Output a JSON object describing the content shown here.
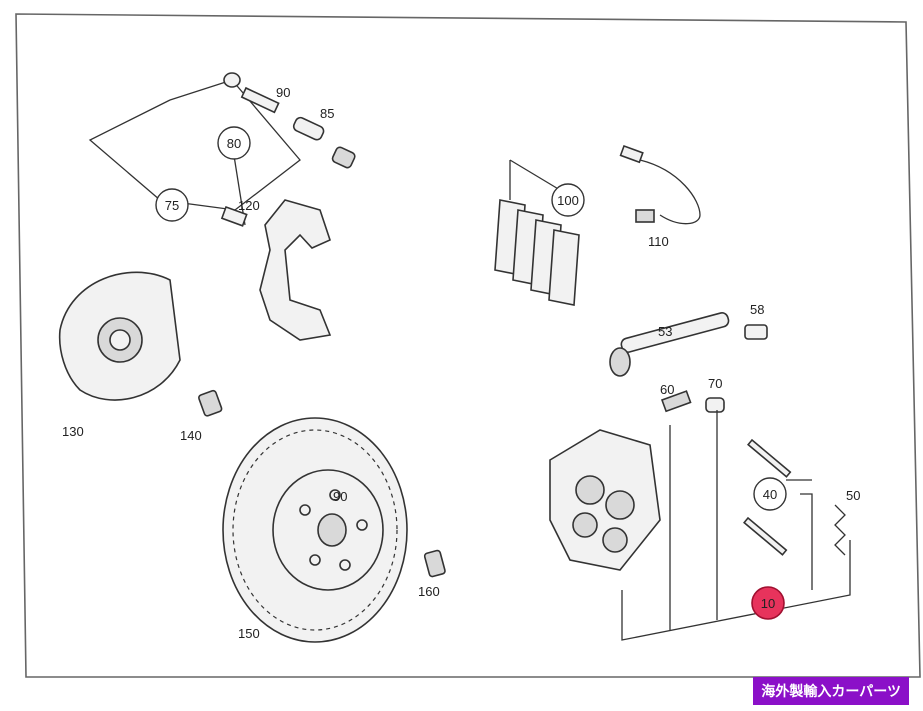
{
  "watermark": "海外製輸入カーパーツ",
  "labels": {
    "p90": "90",
    "p85": "85",
    "p80": "80",
    "p75": "75",
    "p120": "120",
    "p100": "100",
    "p110": "110",
    "p53": "53",
    "p58": "58",
    "p60": "60",
    "p70": "70",
    "p130": "130",
    "p140": "140",
    "p40": "40",
    "p50": "50",
    "p10": "10",
    "p160": "160",
    "p150": "150"
  },
  "colors": {
    "highlight": "#e7335c",
    "watermark_bg": "#8b10c8"
  }
}
